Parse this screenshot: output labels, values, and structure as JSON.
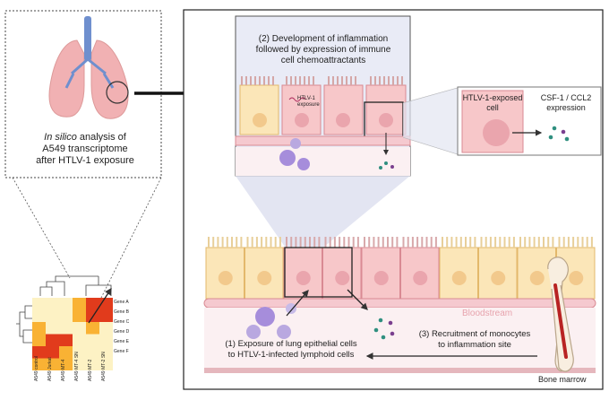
{
  "left_panel": {
    "caption_italic": "In silico",
    "caption_rest": " analysis of",
    "caption_line2": "A549 transcriptome",
    "caption_line3": "after HTLV-1 exposure"
  },
  "heatmap": {
    "genes": [
      "Gene A",
      "Gene B",
      "Gene C",
      "Gene D",
      "Gene E",
      "Gene F"
    ],
    "samples": [
      "A549 control",
      "A549 Jurkat",
      "A549 MT-4",
      "A549 MT-4 SN",
      "A549 MT-2",
      "A549 MT-2 SN"
    ],
    "colors": {
      "low": "#fdf2c4",
      "mid": "#f9b234",
      "high": "#e13b1c"
    }
  },
  "inflammation_panel": {
    "title_line1": "(2) Development of inflammation",
    "title_line2": "followed by expression of immune",
    "title_line3": "cell chemoattractants",
    "htlv_label_line1": "HTLV-1",
    "htlv_label_line2": "exposure"
  },
  "zoom_panel": {
    "cell_label_line1": "HTLV-1-exposed",
    "cell_label_line2": "cell",
    "expr_label_line1": "CSF-1 / CCL2",
    "expr_label_line2": "expression"
  },
  "main_panel": {
    "bloodstream_label": "Bloodstream",
    "step1_line1": "(1) Exposure of lung epithelial cells",
    "step1_line2": "to HTLV-1-infected lymphoid cells",
    "step3_line1": "(3) Recruitment of monocytes",
    "step3_line2": "to inflammation site",
    "bone_label": "Bone marrow"
  },
  "colors": {
    "cream_cell": "#fbe6b8",
    "pink_cell": "#f7c7c9",
    "vessel": "#f5c9cf",
    "panel_bg": "#e9ebf6",
    "lung": "#f2b6b6",
    "trachea": "#6f8fce"
  }
}
